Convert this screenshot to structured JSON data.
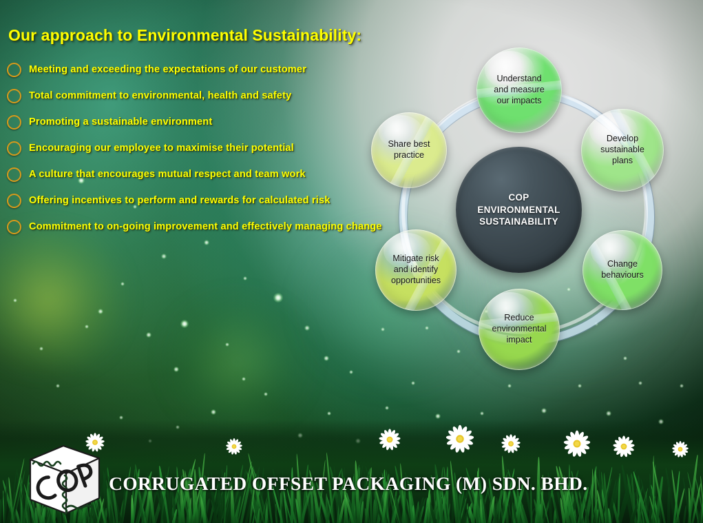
{
  "slide": {
    "headline": "Our approach to Environmental Sustainability:",
    "bullet_color": "#d99a1a",
    "text_color": "#ffff00"
  },
  "bullets": [
    {
      "text": "Meeting and exceeding the expectations of our customer"
    },
    {
      "text": "Total commitment to environmental, health and safety"
    },
    {
      "text": "Promoting a sustainable environment"
    },
    {
      "text": "Encouraging our employee to maximise their potential"
    },
    {
      "text": "A culture that encourages mutual respect and team work"
    },
    {
      "text": "Offering incentives to perform and rewards for calculated risk"
    },
    {
      "text": "Commitment to on-going improvement and effectively managing change"
    }
  ],
  "diagram": {
    "hub_label": "COP\nENVIRONMENTAL\nSUSTAINABILITY",
    "hub_line1": "COP",
    "hub_line2": "ENVIRONMENTAL",
    "hub_line3": "SUSTAINABILITY",
    "hub_color": "#3b474e",
    "ring_color": "#d0e6f6",
    "nodes": [
      {
        "label": "Understand\nand measure\nour impacts",
        "l1": "Understand",
        "l2": "and measure",
        "l3": "our impacts",
        "color": "#6fe06f"
      },
      {
        "label": "Develop\nsustainable\nplans",
        "l1": "Develop",
        "l2": "sustainable",
        "l3": "plans",
        "color": "#9fe58a"
      },
      {
        "label": "Change\nbehaviours",
        "l1": "Change",
        "l2": "behaviours",
        "l3": "",
        "color": "#7fe066"
      },
      {
        "label": "Reduce\nenvironmental\nimpact",
        "l1": "Reduce",
        "l2": "environmental",
        "l3": "impact",
        "color": "#97d84e"
      },
      {
        "label": "Mitigate risk\nand identify\nopportunities",
        "l1": "Mitigate risk",
        "l2": "and identify",
        "l3": "opportunities",
        "color": "#c6e060"
      },
      {
        "label": "Share best\npractice",
        "l1": "Share best",
        "l2": "practice",
        "l3": "",
        "color": "#dbeb8e"
      }
    ]
  },
  "footer": {
    "company_name": "CORRUGATED OFFSET PACKAGING (M) SDN. BHD.",
    "logo_text": "COP"
  }
}
